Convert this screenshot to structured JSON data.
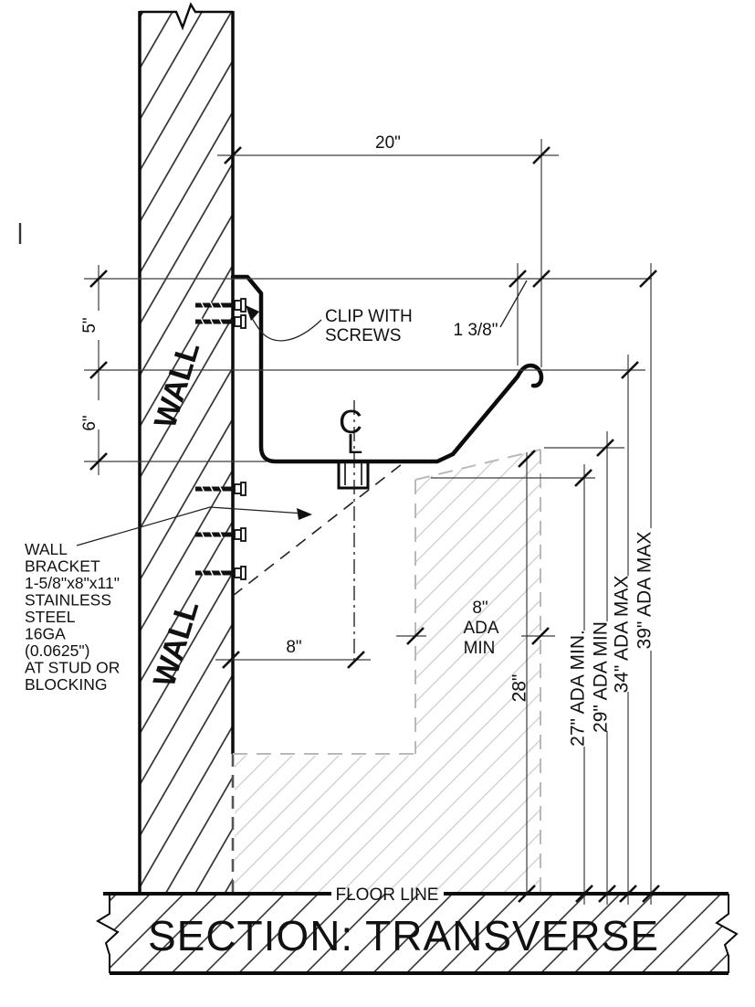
{
  "drawing": {
    "title": "SECTION: TRANSVERSE",
    "floor_label": "FLOOR LINE",
    "wall_upper": "WALL",
    "wall_lower": "WALL",
    "centerline_c": "C",
    "centerline_l": "L"
  },
  "notes": {
    "clip_line1": "CLIP WITH",
    "clip_line2": "SCREWS",
    "bracket_lines": [
      "WALL",
      "BRACKET",
      "1-5/8\"x8\"x11\"",
      "STAINLESS",
      "STEEL",
      "16GA",
      "(0.0625\")",
      "AT STUD OR",
      "BLOCKING"
    ]
  },
  "dimensions": {
    "top_width": "20\"",
    "rim_return": "1 3/8\"",
    "backsplash": "5\"",
    "bowl_depth": "6\"",
    "drain_to_wall": "8\"",
    "knee_clearance_height": "28\"",
    "knee_depth_l1": "8\"",
    "knee_depth_l2": "ADA",
    "knee_depth_l3": "MIN",
    "ada_27": "27\" ADA MIN.",
    "ada_29": "29\" ADA MIN",
    "ada_34": "34\" ADA MAX",
    "ada_39": "39\" ADA MAX"
  },
  "colors": {
    "line": "#1a1a1a",
    "dim_line": "#3c3c3c",
    "clearance_gray": "#b9b9b9",
    "hatch_gray": "#c9c9c9",
    "background": "#ffffff"
  }
}
